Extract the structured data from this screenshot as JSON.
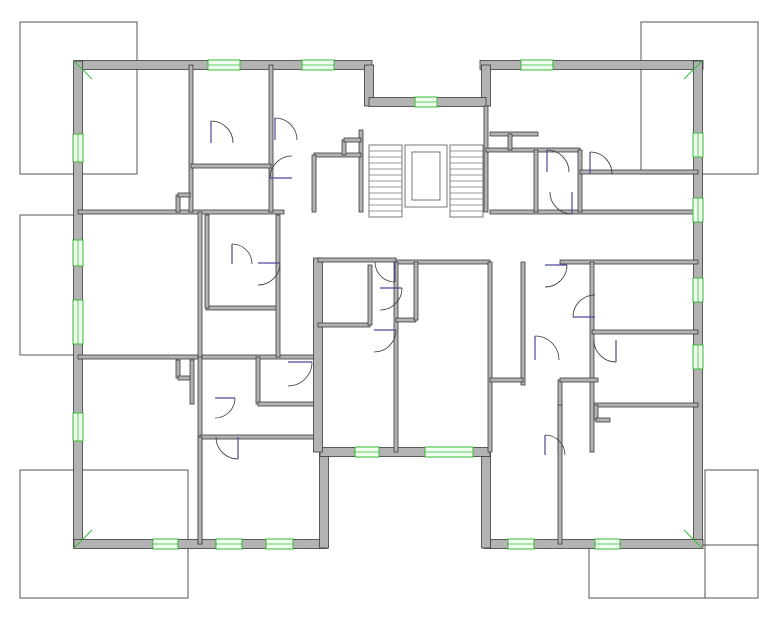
{
  "colors": {
    "background": "#ffffff",
    "wall_fill": "#b3b3b3",
    "wall_stroke": "#3a3a3a",
    "balcony_stroke": "#555555",
    "window_stroke": "#33bb33",
    "window_fill": "#f0fff0",
    "door_swing": "#4a4a9a",
    "stair_stroke": "#777777"
  },
  "icons": [
    "door-swing-icon",
    "window-icon",
    "stair-icon"
  ],
  "plan": {
    "kind": "residential floor plan",
    "apartments": 4,
    "stair_core": "central",
    "balconies": 6,
    "labels": []
  }
}
